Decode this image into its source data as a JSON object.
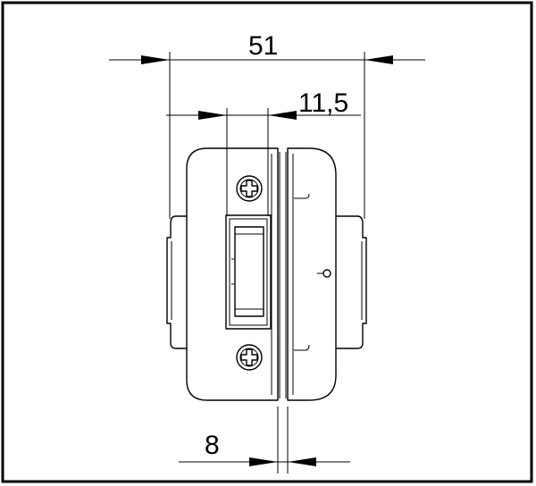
{
  "dimensions": {
    "overall_width": "51",
    "offset": "11,5",
    "gap": "8"
  },
  "colors": {
    "line": "#000000",
    "background": "#ffffff"
  }
}
